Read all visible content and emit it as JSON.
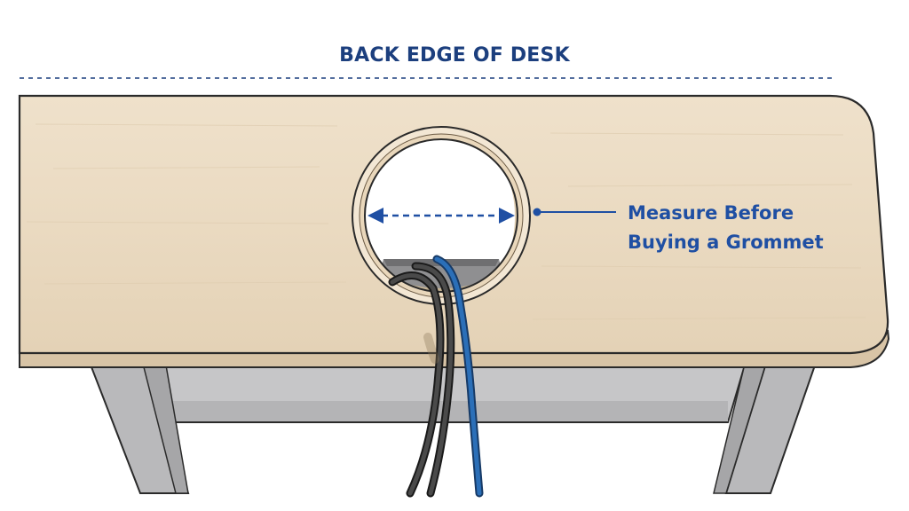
{
  "diagram": {
    "back_edge_label": "BACK EDGE OF DESK",
    "callout": {
      "line1": "Measure Before",
      "line2": "Buying a Grommet"
    }
  },
  "colors": {
    "label_blue": "#1c3f7e",
    "callout_blue": "#1f4fa3",
    "desk_top": "#ecdcc4",
    "desk_edge": "#d8c4a6",
    "frame_gray": "#b9b9bb",
    "cable_blue": "#2b6fb8",
    "cable_dark": "#3a3a3a"
  }
}
